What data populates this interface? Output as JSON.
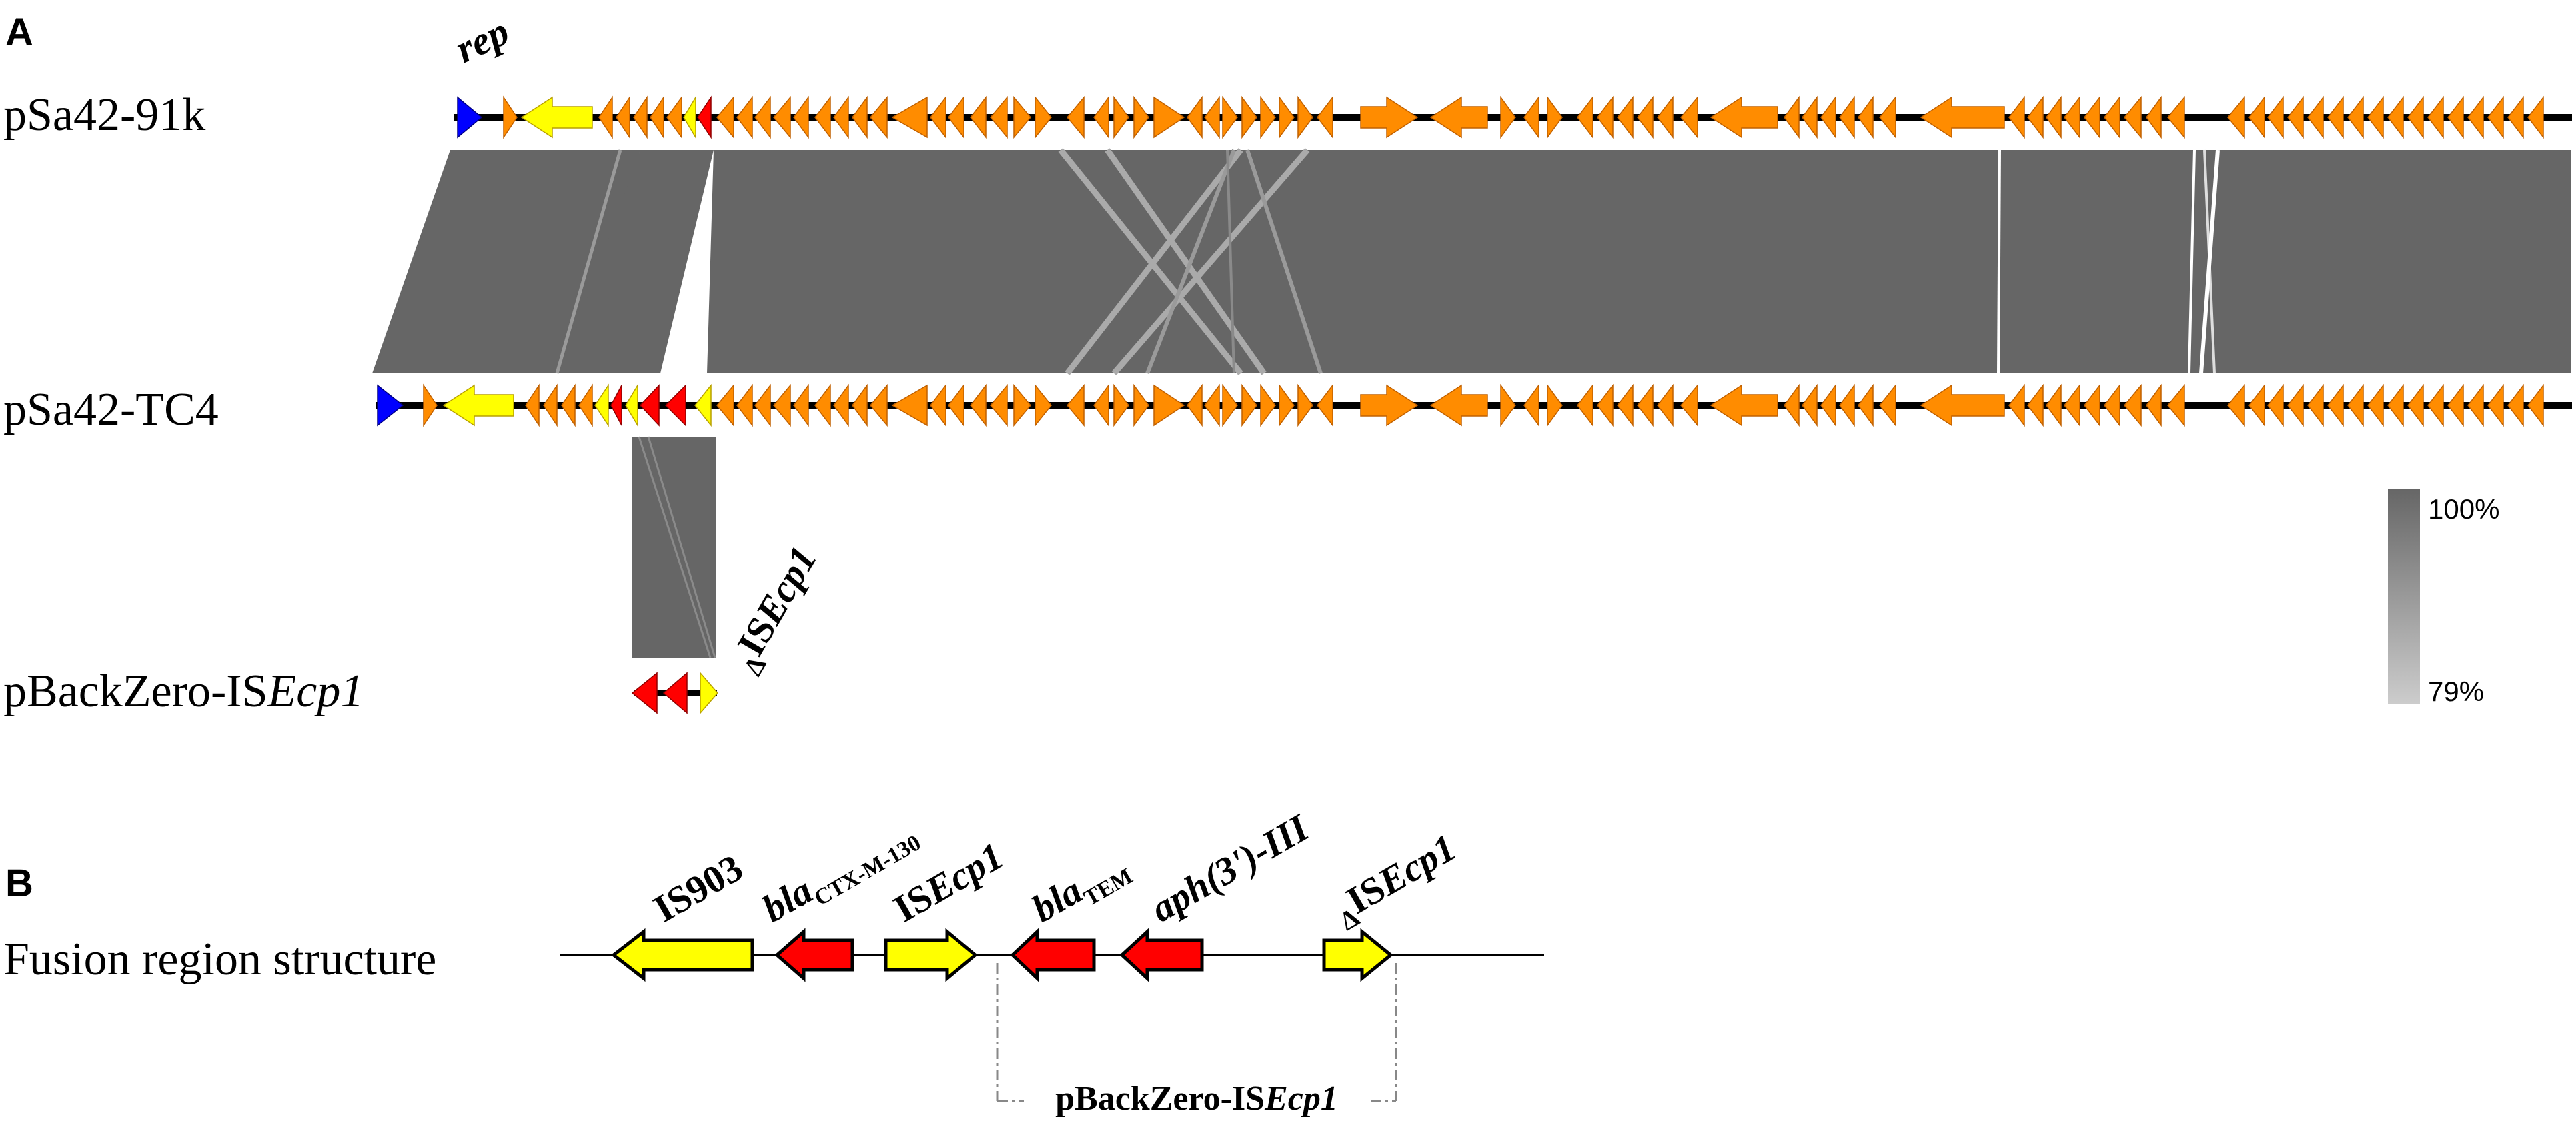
{
  "panel_a": {
    "letter": "A",
    "rep_label": "rep",
    "tracks": [
      {
        "id": "pSa42-91k",
        "name": "pSa42-91k"
      },
      {
        "id": "pSa42-TC4",
        "name": "pSa42-TC4"
      },
      {
        "id": "pBackZero",
        "name_plain": "pBackZero-IS",
        "name_italic": "Ecp1"
      }
    ],
    "delta_label": {
      "delta": "Δ",
      "plain": "IS",
      "italic": "Ecp1"
    },
    "identity_scale": {
      "max_label": "100%",
      "min_label": "79%",
      "color_max": "#666666",
      "color_min": "#cccccc"
    }
  },
  "panel_b": {
    "letter": "B",
    "row_label": "Fusion region structure",
    "genes": [
      {
        "id": "is903",
        "plain": "IS903",
        "color": "#ffff00",
        "direction": "left"
      },
      {
        "id": "blactx",
        "italic": "bla",
        "sub": "CTX-M-130",
        "color": "#ff0000",
        "direction": "left"
      },
      {
        "id": "isecp1",
        "plain": "IS",
        "italic": "Ecp1",
        "color": "#ffff00",
        "direction": "right"
      },
      {
        "id": "blatem",
        "italic": "bla",
        "sub": "TEM",
        "color": "#ff0000",
        "direction": "left"
      },
      {
        "id": "aph",
        "italic": "aph(3')-III",
        "color": "#ff0000",
        "direction": "left"
      },
      {
        "id": "delta-isecp1",
        "delta": "Δ",
        "plain": "IS",
        "italic": "Ecp1",
        "color": "#ffff00",
        "direction": "right"
      }
    ],
    "bracket_label": {
      "plain": "pBackZero-IS",
      "italic": "Ecp1"
    }
  },
  "colors": {
    "orange": "#ff8c00",
    "yellow": "#ffff00",
    "red": "#ff0000",
    "blue": "#0000ff",
    "backbone": "#000000",
    "homology": "#666666",
    "homology_light": "#b3b3b3"
  }
}
